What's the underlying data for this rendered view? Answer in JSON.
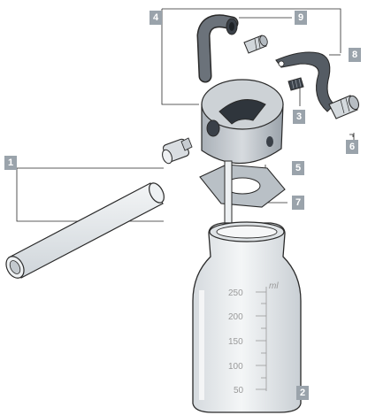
{
  "callouts": {
    "c1": "1",
    "c2": "2",
    "c3": "3",
    "c4": "4",
    "c5": "5",
    "c6": "6",
    "c7": "7",
    "c8": "8",
    "c9": "9"
  },
  "scale": {
    "unit": "ml",
    "ticks": [
      "250",
      "200",
      "150",
      "100",
      "50"
    ]
  },
  "colors": {
    "callout": "#9aa3ab",
    "outline": "#2a2a2a",
    "bottle": "#e6e9ec",
    "tube": "#e3e6e9",
    "lid": "#bfc5cb",
    "dark": "#4a5058"
  }
}
